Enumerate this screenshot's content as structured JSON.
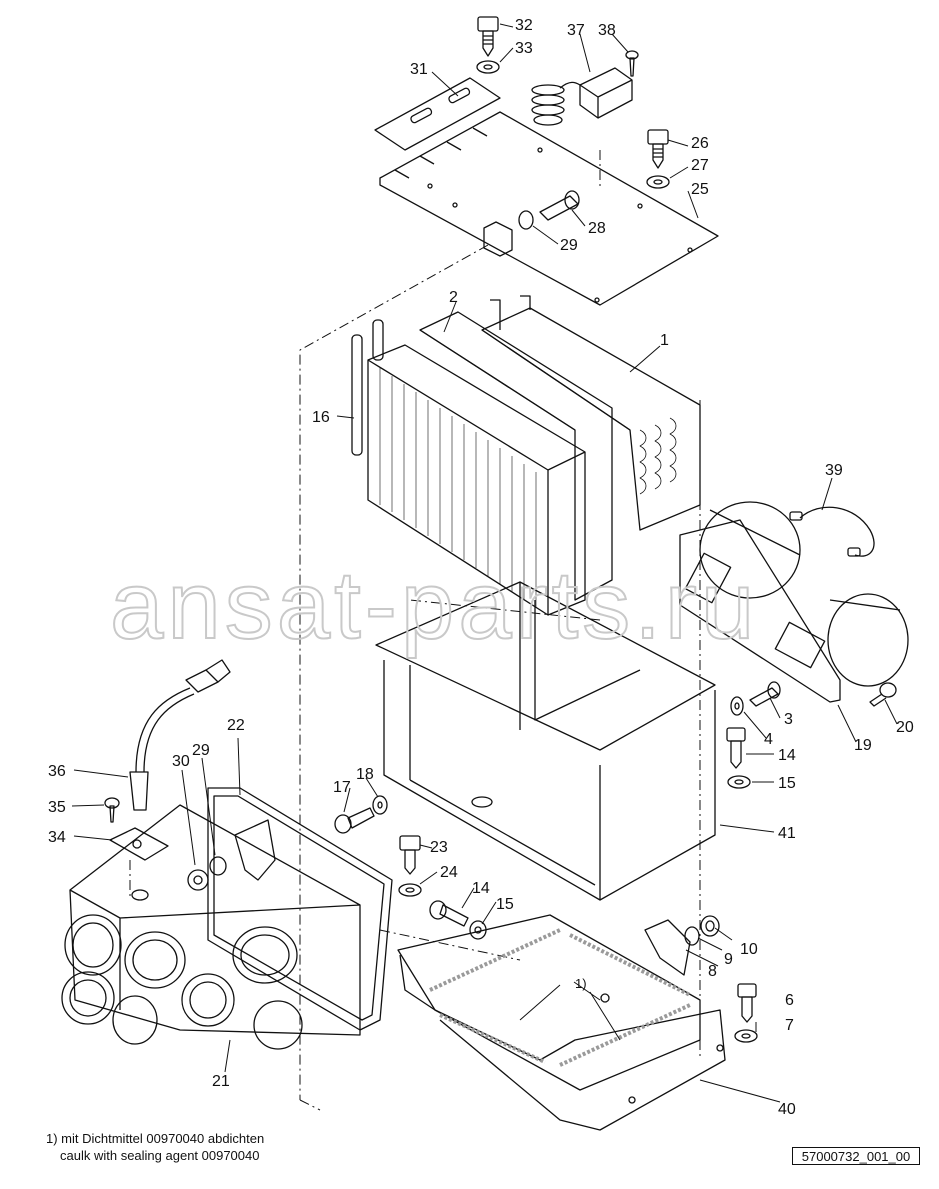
{
  "watermark": "ansat-parts.ru",
  "note": {
    "line1": "1) mit Dichtmittel 00970040 abdichten",
    "line2": "caulk with sealing agent 00970040"
  },
  "document_id": "57000732_001_00",
  "callouts": {
    "c1": "1",
    "c2": "2",
    "c3": "3",
    "c4": "4",
    "c6": "6",
    "c7": "7",
    "c8": "8",
    "c9": "9",
    "c10": "10",
    "c14a": "14",
    "c14b": "14",
    "c15a": "15",
    "c15b": "15",
    "c16": "16",
    "c17": "17",
    "c18": "18",
    "c19": "19",
    "c20": "20",
    "c21": "21",
    "c22": "22",
    "c23": "23",
    "c24": "24",
    "c25": "25",
    "c26": "26",
    "c27": "27",
    "c28": "28",
    "c29a": "29",
    "c29b": "29",
    "c30": "30",
    "c31": "31",
    "c32": "32",
    "c33": "33",
    "c34": "34",
    "c35": "35",
    "c36": "36",
    "c37": "37",
    "c38": "38",
    "c39": "39",
    "c40": "40",
    "c41": "41",
    "cnote": "1)"
  },
  "colors": {
    "line": "#111111",
    "watermark": "#c9c9c9",
    "gasket": "#9a9a9a"
  }
}
